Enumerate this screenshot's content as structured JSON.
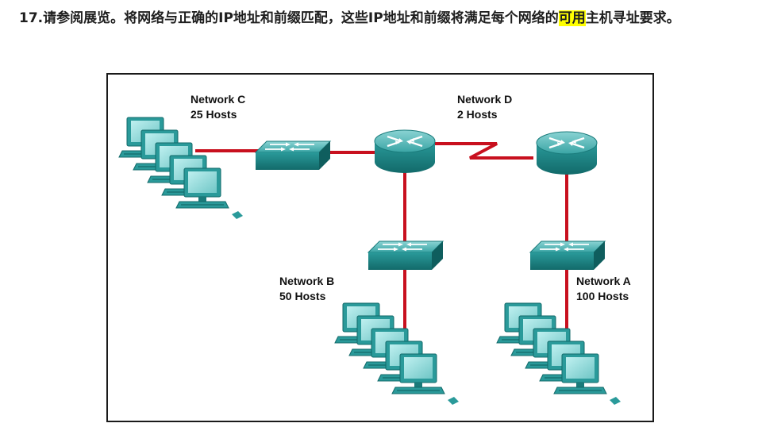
{
  "question": {
    "number": "17.",
    "text_before": "请参阅展览。将网络与正确的IP地址和前缀匹配，这些IP地址和前缀将满足每个网络的",
    "highlight": "可用",
    "text_after": "主机寻址要求。"
  },
  "colors": {
    "link_red": "#c8101e",
    "device_teal": "#1f8f8f",
    "highlight": "#ffff00"
  },
  "networks": {
    "c": {
      "name": "Network C",
      "hosts": "25 Hosts"
    },
    "d": {
      "name": "Network D",
      "hosts": "2 Hosts"
    },
    "b": {
      "name": "Network B",
      "hosts": "50 Hosts"
    },
    "a": {
      "name": "Network A",
      "hosts": "100 Hosts"
    }
  },
  "devices": [
    "router-1-icon",
    "router-2-icon",
    "switch-c-icon",
    "switch-b-icon",
    "switch-a-icon",
    "pc-group-c-icon",
    "pc-group-b-icon",
    "pc-group-a-icon"
  ]
}
